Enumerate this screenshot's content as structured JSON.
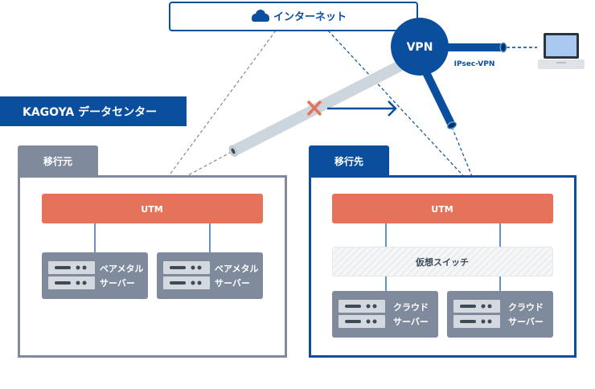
{
  "internet": {
    "label": "インターネット",
    "icon": "cloud-icon"
  },
  "vpn": {
    "label": "VPN",
    "link_label": "IPsec-VPN"
  },
  "datacenter": {
    "label": "KAGOYA データセンター"
  },
  "source": {
    "tab": "移行元",
    "utm": "UTM",
    "servers": [
      {
        "line1": "ベアメタル",
        "line2": "サーバー"
      },
      {
        "line1": "ベアメタル",
        "line2": "サーバー"
      }
    ]
  },
  "destination": {
    "tab": "移行先",
    "utm": "UTM",
    "switch": "仮想スイッチ",
    "servers": [
      {
        "line1": "クラウド",
        "line2": "サーバー"
      },
      {
        "line1": "クラウド",
        "line2": "サーバー"
      }
    ]
  },
  "colors": {
    "brand_blue": "#0a4f9e",
    "utm_orange": "#e5735a",
    "gray": "#7f8b9c",
    "old_pipe": "#cdd6dc"
  }
}
